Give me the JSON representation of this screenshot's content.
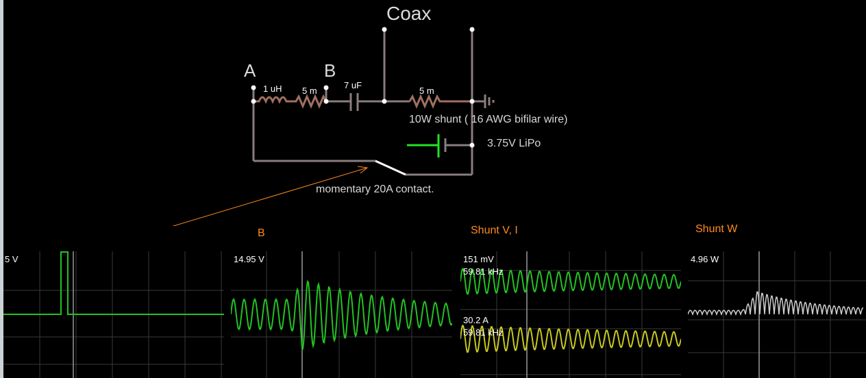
{
  "circuit": {
    "coax_label": "Coax",
    "node_a": "A",
    "node_b": "B",
    "inductor": "1 uH",
    "resistor_1": "5 m",
    "capacitor": "7 uF",
    "resistor_2": "5 m",
    "shunt_note": "10W shunt ( 16 AWG bifilar wire)",
    "battery": "3.75V LiPo",
    "switch_note": "momentary 20A contact."
  },
  "colors": {
    "wire": "#8a7d7d",
    "grid": "#3a3a3a",
    "trace_voltage": "#22c322",
    "trace_current": "#c8c81e",
    "trace_power": "#d0d0d0",
    "accent": "#ff8a1f",
    "battery_plus": "#22e322"
  },
  "scopes": [
    {
      "title": "",
      "readouts": [
        "5 V"
      ]
    },
    {
      "title": "B",
      "readouts": [
        "14.95 V"
      ]
    },
    {
      "title": "Shunt V, I",
      "readouts": [
        "151 mV",
        "59.81 kHz",
        "30.2 A",
        "59.81 kHz"
      ]
    },
    {
      "title": "Shunt W",
      "readouts": [
        "4.96 W"
      ]
    }
  ]
}
